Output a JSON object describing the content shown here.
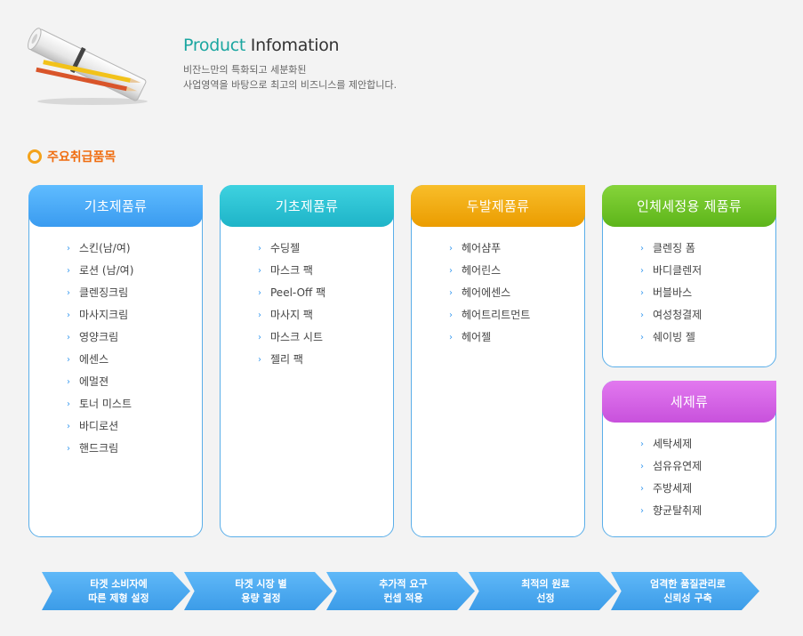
{
  "header": {
    "title_accent": "Product",
    "title_rest": "Infomation",
    "subtitle_line1": "비잔느만의 특화되고 세분화된",
    "subtitle_line2": "사업영역을 바탕으로 최고의 비즈니스를 제안합니다."
  },
  "section": {
    "title": "주요취급품목"
  },
  "categories": [
    {
      "title": "기초제품류",
      "items": [
        "스킨(남/여)",
        "로션 (남/여)",
        "클렌징크림",
        "마사지크림",
        "영양크림",
        "에센스",
        "에멀젼",
        "토너 미스트",
        "바디로션",
        "핸드크림"
      ]
    },
    {
      "title": "기초제품류",
      "items": [
        "수딩젤",
        "마스크 팩",
        "Peel-Off 팩",
        "마사지 팩",
        "마스크 시트",
        "젤리 팩"
      ]
    },
    {
      "title": "두발제품류",
      "items": [
        "헤어샴푸",
        "헤어린스",
        "헤어에센스",
        "헤어트리트먼트",
        "헤어젤"
      ]
    },
    {
      "title": "인체세정용 제품류",
      "items": [
        "클렌징 폼",
        "바디클렌저",
        "버블바스",
        "여성청결제",
        "쉐이빙 젤"
      ]
    },
    {
      "title": "세제류",
      "items": [
        "세탁세제",
        "섬유유연제",
        "주방세제",
        "향균탈취제"
      ]
    }
  ],
  "process_steps": [
    {
      "line1": "타겟 소비자에",
      "line2": "따른 제형 설정"
    },
    {
      "line1": "타겟 시장 별",
      "line2": "용량 결정"
    },
    {
      "line1": "추가적 요구",
      "line2": "컨셉 적용"
    },
    {
      "line1": "최적의 원료",
      "line2": "선정"
    },
    {
      "line1": "엄격한 품질관리로",
      "line2": "신뢰성 구축"
    }
  ],
  "colors": {
    "accent_teal": "#1aa6a0",
    "section_orange": "#f06d10",
    "blue": "#3a9bf0",
    "cyan": "#1eb4c8",
    "orange": "#eb9c00",
    "green": "#5db51a",
    "purple": "#c851dc"
  }
}
